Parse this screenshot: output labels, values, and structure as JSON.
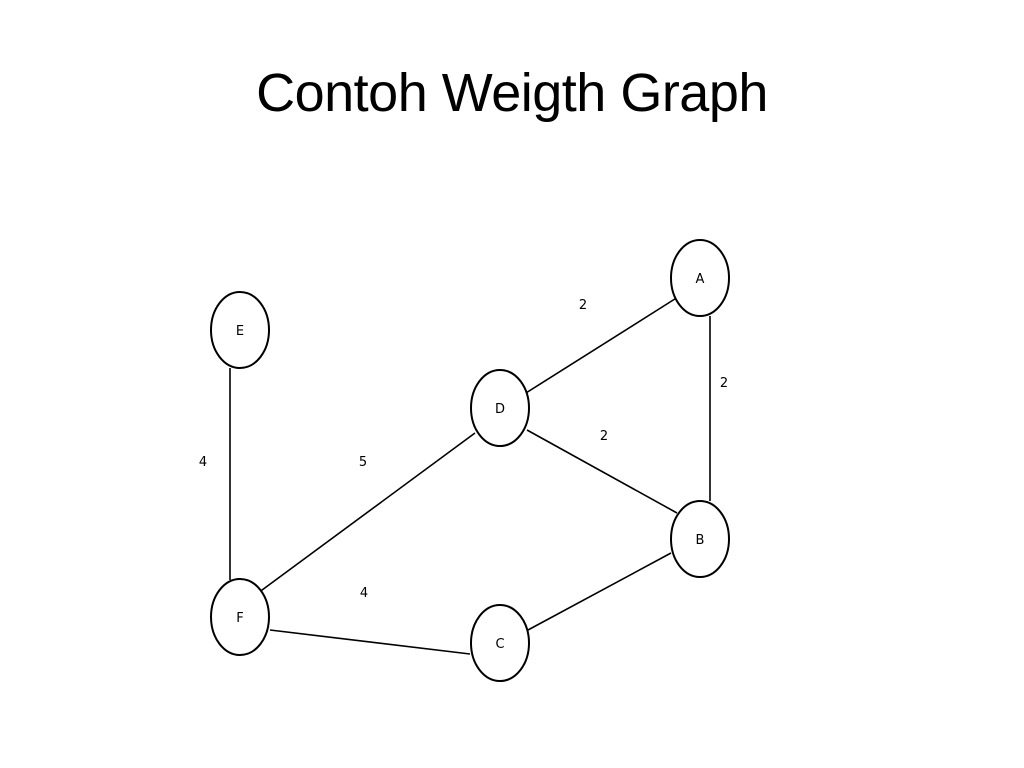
{
  "title": "Contoh Weigth Graph",
  "colors": {
    "background": "#ffffff",
    "stroke": "#000000",
    "text": "#000000"
  },
  "nodes": [
    {
      "id": "A",
      "label": "A"
    },
    {
      "id": "B",
      "label": "B"
    },
    {
      "id": "C",
      "label": "C"
    },
    {
      "id": "D",
      "label": "D"
    },
    {
      "id": "E",
      "label": "E"
    },
    {
      "id": "F",
      "label": "F"
    }
  ],
  "edges": [
    {
      "from": "D",
      "to": "A",
      "weight": "2"
    },
    {
      "from": "A",
      "to": "B",
      "weight": "2"
    },
    {
      "from": "D",
      "to": "B",
      "weight": "2"
    },
    {
      "from": "E",
      "to": "F",
      "weight": "4"
    },
    {
      "from": "F",
      "to": "D",
      "weight": "5"
    },
    {
      "from": "F",
      "to": "C",
      "weight": "4"
    },
    {
      "from": "C",
      "to": "B",
      "weight": ""
    }
  ]
}
